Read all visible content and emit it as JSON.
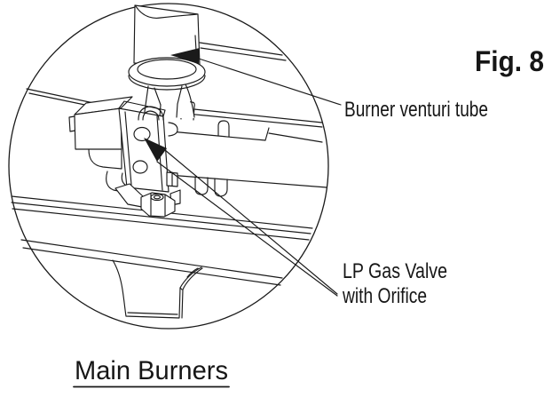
{
  "figure": {
    "label": "Fig. 8",
    "caption": "Main Burners",
    "callouts": {
      "venturi": "Burner venturi tube",
      "valve_line1": "LP Gas Valve",
      "valve_line2": "with Orifice"
    },
    "parts": {
      "detail_view": "burner-assembly-detail-circle",
      "arrow_targets": [
        "venturi tube",
        "gas valve orifice"
      ]
    },
    "colors": {
      "line": "#1a1a1a",
      "background": "#ffffff"
    }
  }
}
